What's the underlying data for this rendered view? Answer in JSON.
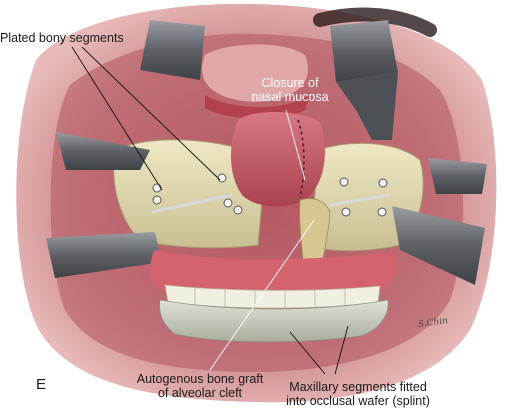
{
  "labels": {
    "plated": "Plated bony segments",
    "closure_line1": "Closure of",
    "closure_line2": "nasal mucosa",
    "graft_line1": "Autogenous bone graft",
    "graft_line2": "of alveolar cleft",
    "maxillary_line1": "Maxillary segments fitted",
    "maxillary_line2": "into occlusal wafer (splint)"
  },
  "panel_letter": "E",
  "signature": "S.Chin",
  "colors": {
    "mucosa": "#c9868a",
    "mucosa_dark": "#8e3e47",
    "bone": "#e4dcb2",
    "bone_shadow": "#bfb489",
    "retractor": "#6b6f74",
    "gum": "#d5636e",
    "tooth": "#f1eee2",
    "splint": "#c9cdbf"
  }
}
